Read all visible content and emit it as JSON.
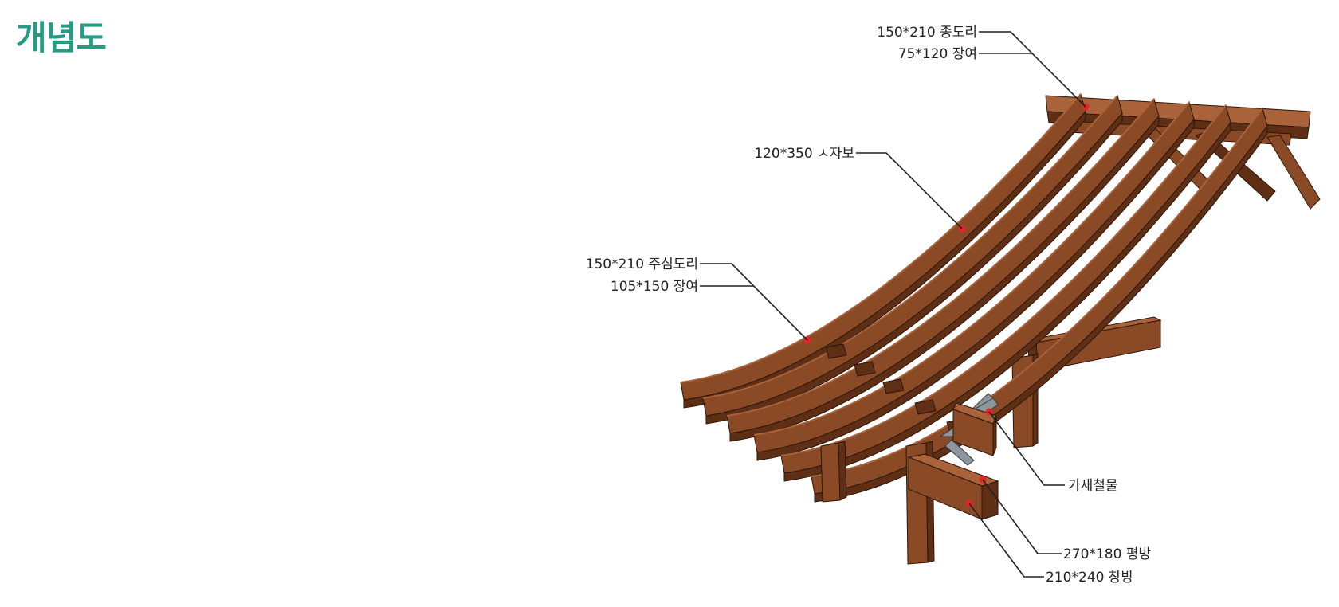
{
  "page": {
    "title": "개념도"
  },
  "colors": {
    "title": "#279c85",
    "wood": "#8a4a26",
    "wood_dark": "#5e2f15",
    "wood_light": "#a9623a",
    "steel": "#8f959c",
    "marker": "#e8212a"
  },
  "labels": {
    "jongdori": "150*210 종도리",
    "jangyeo_top": "75*120 장여",
    "sajabo": "120*350 ㅅ자보",
    "jusimdori": "150*210 주심도리",
    "jangyeo_mid": "105*150 장여",
    "gasae": "가새철물",
    "pyeongbang": "270*180 평방",
    "changbang": "210*240 창방"
  }
}
